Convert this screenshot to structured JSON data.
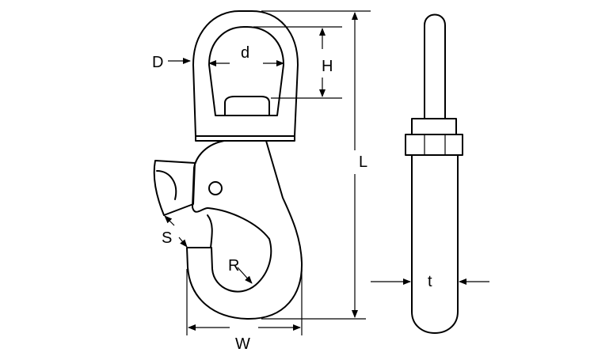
{
  "diagram": {
    "labels": {
      "D": "D",
      "d": "d",
      "H": "H",
      "L": "L",
      "S": "S",
      "R": "R",
      "W": "W",
      "t": "t"
    }
  }
}
